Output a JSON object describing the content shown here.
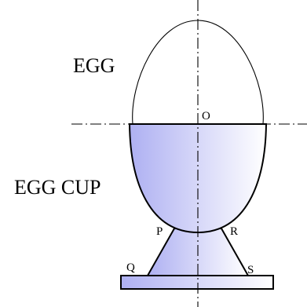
{
  "labels": {
    "egg": "EGG",
    "egg_cup": "EGG CUP",
    "point_o": "O",
    "point_p": "P",
    "point_q": "Q",
    "point_r": "R",
    "point_s": "S"
  },
  "colors": {
    "cup_fill_dark": "#aeb0f2",
    "cup_fill_light": "#ffffff",
    "outline": "#000000"
  }
}
